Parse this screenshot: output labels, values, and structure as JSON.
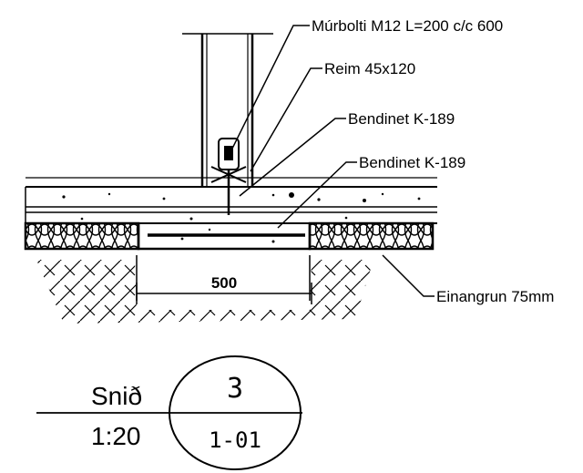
{
  "labels": {
    "bolt": "Múrbolti M12 L=200 c/c 600",
    "strap": "Reim 45x120",
    "rebar_upper": "Bendinet K-189",
    "rebar_lower": "Bendinet K-189",
    "insulation": "Einangrun 75mm"
  },
  "dimension": "500",
  "title_block": {
    "section_word": "Snið",
    "scale": "1:20",
    "detail_number": "3",
    "sheet_ref": "1-01"
  }
}
